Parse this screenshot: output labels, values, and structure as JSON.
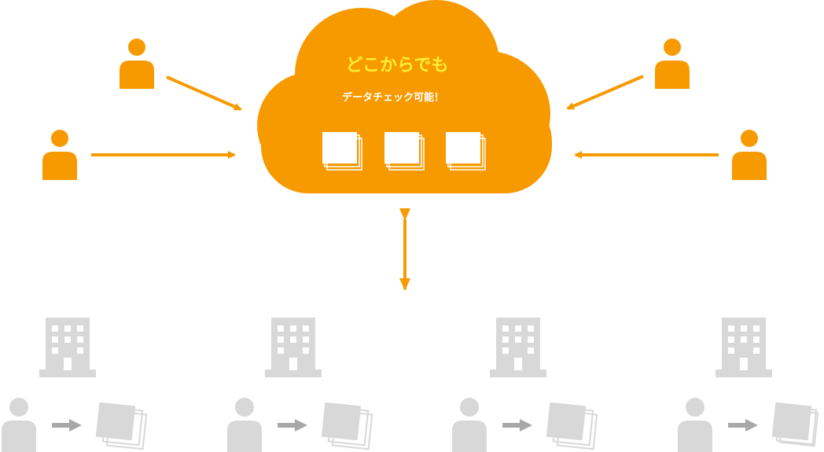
{
  "cloud": {
    "title": "どこからでも",
    "subtitle": "データチェック可能！"
  },
  "colors": {
    "accent": "#F79A00",
    "title_text": "#FFEE33",
    "subtitle_text": "#FFFFFF",
    "muted": "#D8D8D8",
    "muted_arrow": "#A8A8A8",
    "page_bg": "#FFFFFF"
  },
  "icons": {
    "remote_user": "person-icon",
    "document_stack": "document-stack-icon",
    "office": "building-icon",
    "local_user": "person-icon",
    "flow_arrow": "arrow-right-icon"
  },
  "remote_users_count": 4,
  "cloud_documents_count": 3,
  "offices_count": 4
}
